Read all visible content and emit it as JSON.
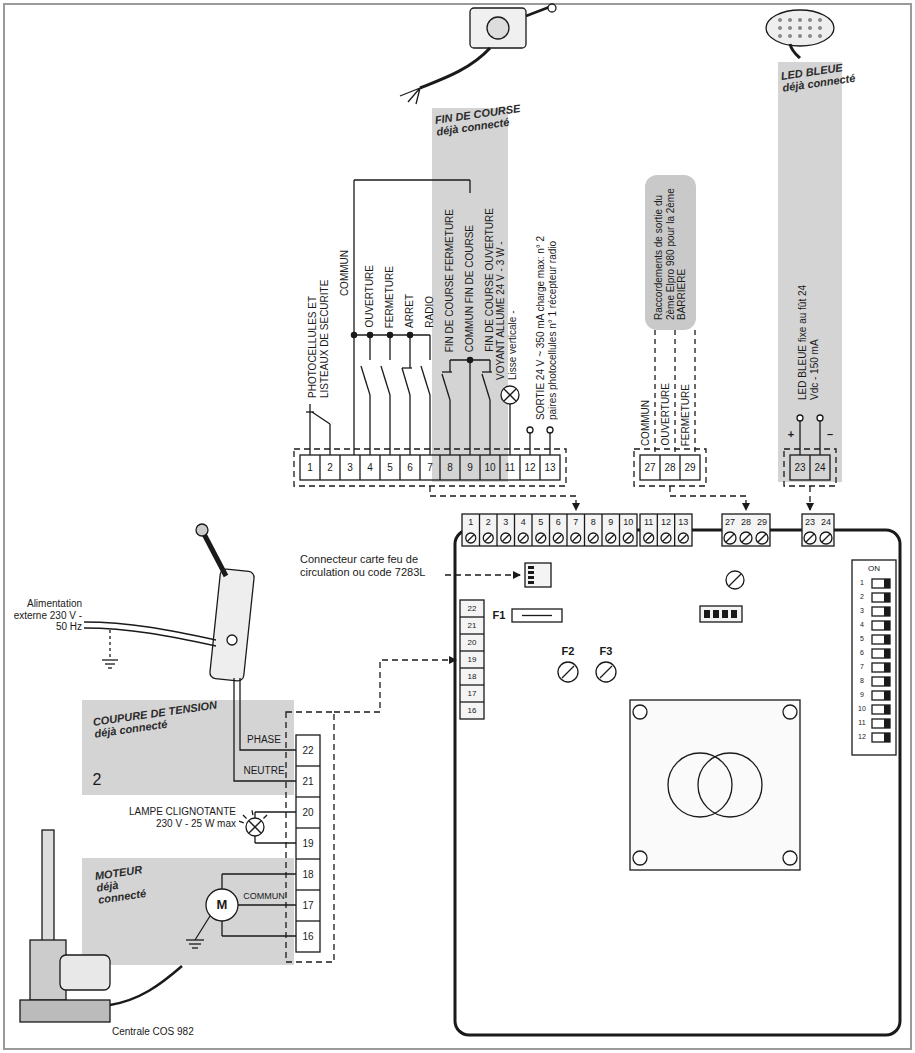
{
  "diagram": {
    "nodes": [
      {
        "text": [
          "FIN DE COURSE déjà connecté"
        ]
      },
      {
        "text": [
          "Raccordements de sortie du 2ème Elpro 980 pour la 2ème BARRIERE"
        ]
      },
      {
        "text": [
          "LED BLEUE déjà connecté"
        ]
      },
      {
        "text": [
          "COUPURE DE TENSION déjà connecté"
        ]
      },
      {
        "text": [
          "MOTEUR déjà connecté"
        ]
      }
    ],
    "labels": [
      "PHOTOCELLULES ET LISTEAUX DE SECURITE",
      "COMMUN",
      "OUVERTURE",
      "FERMETURE",
      "ARRET",
      "RADIO",
      "FIN DE COURSE FERMETURE",
      "COMMUN FIN DE COURSE",
      "FIN DE COURSE OUVERTURE",
      "VOYANT ALLUME 24 V - 3 W - Lisse verticale -",
      "SORTIE 24 V ~ 350 mA charge max: n° 2 paires photocellules n° 1 récepteur radio",
      "COMMUN",
      "OUVERTURE",
      "FERMETURE",
      "LED BLEUE fixe au fût 24 Vdc - 150 mA",
      "+",
      "–",
      "1",
      "2",
      "3",
      "4",
      "5",
      "6",
      "7",
      "8",
      "9",
      "10",
      "11",
      "12",
      "13",
      "27",
      "28",
      "29",
      "23",
      "24",
      "1",
      "2",
      "3",
      "4",
      "5",
      "6",
      "7",
      "8",
      "9",
      "10",
      "11",
      "12",
      "13",
      "27",
      "28",
      "29",
      "23",
      "24",
      "Connecteur carte feu de circulation ou code 7283L",
      "F1",
      "F2",
      "F3",
      "22",
      "21",
      "20",
      "19",
      "18",
      "17",
      "16",
      "ON",
      "1",
      "2",
      "3",
      "4",
      "5",
      "6",
      "7",
      "8",
      "9",
      "10",
      "11",
      "12",
      "22",
      "21",
      "20",
      "19",
      "18",
      "17",
      "16",
      "PHASE",
      "NEUTRE",
      "2",
      "LAMPE CLIGNOTANTE 230 V - 25 W max",
      "COMMUN",
      "M",
      "Alimentation externe 230 V - 50 Hz",
      "Centrale COS 982"
    ]
  }
}
